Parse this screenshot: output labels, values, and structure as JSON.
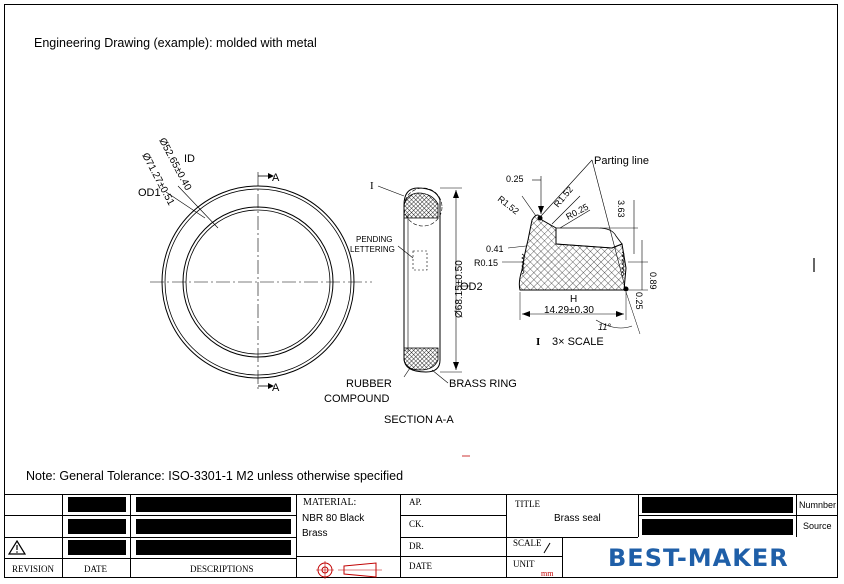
{
  "drawing": {
    "heading": "Engineering Drawing (example): molded with metal",
    "note": "Note: General Tolerance: ISO-3301-1 M2 unless otherwise specified",
    "front_view": {
      "id_label": "ID",
      "od_label": "OD1",
      "id_dim": "Ø52.65±0.40",
      "od_dim": "Ø71.27±0.51",
      "section_mark_top": "A",
      "section_mark_bottom": "A"
    },
    "section_view": {
      "detail_mark": "I",
      "pending_lettering_1": "PENDING",
      "pending_lettering_2": "LETTERING",
      "od2_dim": "Ø68.15±0.50",
      "od2_label": "OD2",
      "rubber_label_1": "RUBBER",
      "rubber_label_2": "COMPOUND",
      "brass_label": "BRASS RING",
      "section_label": "SECTION  A-A"
    },
    "detail_view": {
      "parting_line": "Parting line",
      "dim_025_top": "0.25",
      "dim_r152_a": "R1.52",
      "dim_r152_b": "R1.52",
      "dim_r025": "R0.25",
      "dim_363": "3.63",
      "dim_041": "0.41",
      "dim_r015": "R0.15",
      "dim_089": "0.89",
      "dim_025_right": "0.25",
      "h_label": "H",
      "width_dim": "14.29±0.30",
      "angle": "11°",
      "scale_mark": "I",
      "scale_text": "3× SCALE"
    }
  },
  "title_block": {
    "revision_header": "REVISION",
    "date_header": "DATE",
    "descriptions_header": "DESCRIPTIONS",
    "material_label": "MATERIAL:",
    "material_value_1": "NBR 80 Black",
    "material_value_2": "Brass",
    "ap_label": "AP.",
    "ck_label": "CK.",
    "dr_label": "DR.",
    "date_label": "DATE",
    "title_label": "TITLE",
    "title_value": "Brass seal",
    "scale_label": "SCALE",
    "unit_label": "UNIT",
    "unit_value": "mm",
    "number_label": "Numnber",
    "source_label": "Source",
    "logo": "BEST-MAKER",
    "colors": {
      "logo": "#1f5fa8",
      "unit": "#c00000",
      "redaction": "#000000"
    }
  }
}
